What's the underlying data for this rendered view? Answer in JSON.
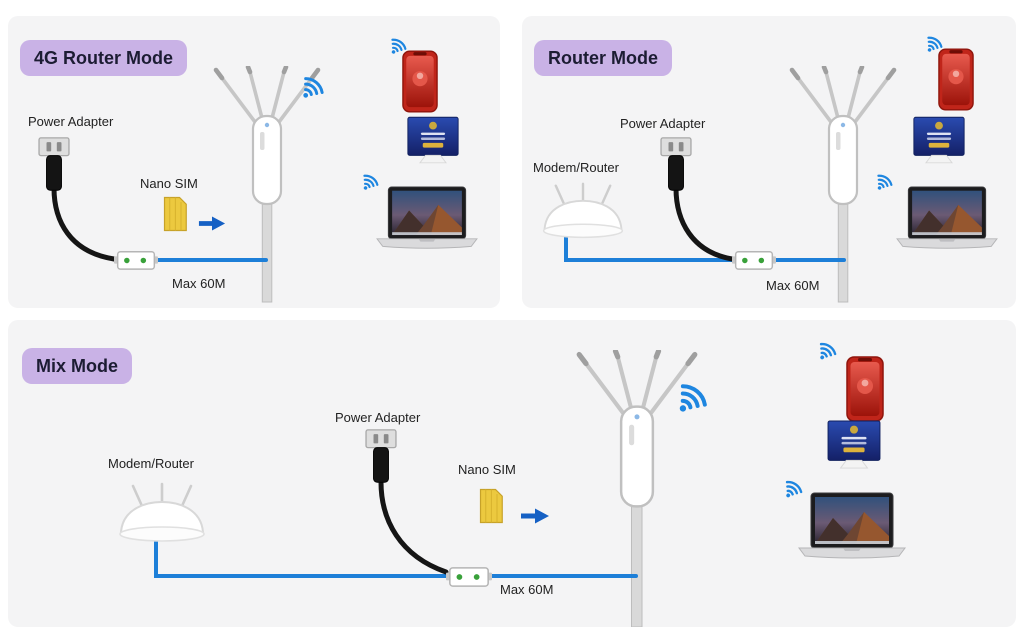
{
  "colors": {
    "panel_bg": "#f4f4f5",
    "badge_bg": "#c9b2e6",
    "badge_text": "#1c1c33",
    "wifi_blue": "#1e86e0",
    "cable_blue": "#1d7fd8",
    "cable_black": "#151515",
    "sim_gold": "#ecc93f",
    "arrow_blue": "#1560c4",
    "injector_led_green": "#39a13a"
  },
  "panels": [
    {
      "id": "4g-router-mode",
      "title": "4G Router Mode",
      "labels": {
        "power_adapter": "Power Adapter",
        "nano_sim": "Nano SIM",
        "max_distance": "Max 60M"
      }
    },
    {
      "id": "router-mode",
      "title": "Router Mode",
      "labels": {
        "power_adapter": "Power Adapter",
        "modem_router": "Modem/Router",
        "max_distance": "Max 60M"
      }
    },
    {
      "id": "mix-mode",
      "title": "Mix Mode",
      "labels": {
        "modem_router": "Modem/Router",
        "power_adapter": "Power Adapter",
        "nano_sim": "Nano SIM",
        "max_distance": "Max 60M"
      }
    }
  ],
  "icons": [
    "wifi-icon",
    "power-adapter-icon",
    "nano-sim-icon",
    "insert-arrow-icon",
    "outdoor-router-icon",
    "modem-router-icon",
    "poe-injector-icon",
    "smartphone-icon",
    "login-screen-icon",
    "laptop-icon",
    "mounting-pole"
  ]
}
